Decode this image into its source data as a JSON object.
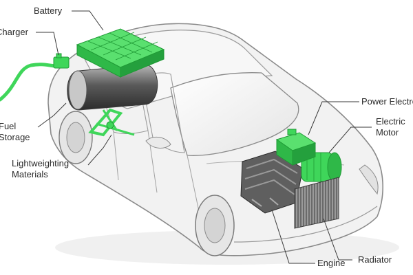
{
  "labels": {
    "battery": "Battery",
    "charger": "Charger",
    "fuel_storage_1": "Fuel",
    "fuel_storage_2": "Storage",
    "lightweighting_1": "Lightweighting",
    "lightweighting_2": "Materials",
    "power_electronics": "Power Electronics",
    "electric_motor_1": "Electric",
    "electric_motor_2": "Motor",
    "engine": "Engine",
    "radiator": "Radiator"
  },
  "colors": {
    "component_green": "#3fd65a",
    "component_green_dark": "#1f9a35",
    "car_body": "#f2f2f2",
    "car_outline": "#8a8a8a",
    "leader_line": "#3a3a3a"
  }
}
